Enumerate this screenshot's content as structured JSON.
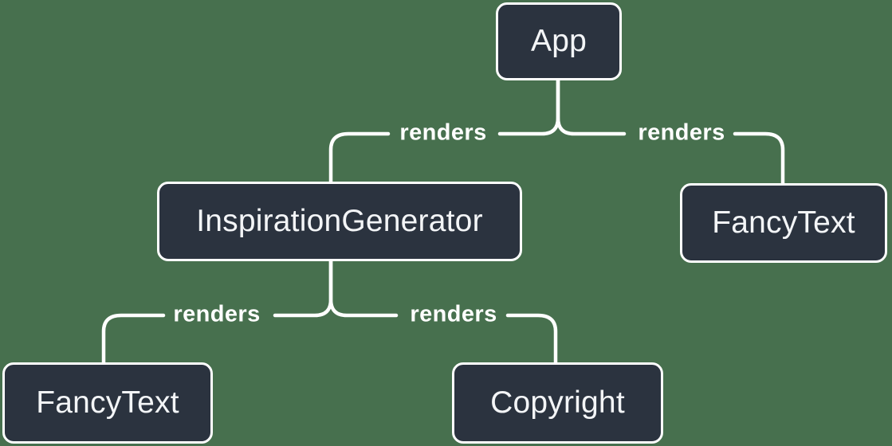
{
  "diagram": {
    "type": "component-render-tree",
    "colors": {
      "background": "#47704e",
      "node_fill": "#2b333f",
      "node_border": "#ffffff",
      "node_text": "#f3f5f7",
      "line": "#ffffff",
      "label_text": "#ffffff"
    },
    "nodes": {
      "app": {
        "label": "App"
      },
      "inspiration_generator": {
        "label": "InspirationGenerator"
      },
      "fancy_text_top": {
        "label": "FancyText"
      },
      "fancy_text_bottom": {
        "label": "FancyText"
      },
      "copyright": {
        "label": "Copyright"
      }
    },
    "edges": {
      "app_to_inspiration_generator": {
        "label": "renders"
      },
      "app_to_fancy_text": {
        "label": "renders"
      },
      "inspiration_generator_to_fancy_text": {
        "label": "renders"
      },
      "inspiration_generator_to_copyright": {
        "label": "renders"
      }
    }
  }
}
